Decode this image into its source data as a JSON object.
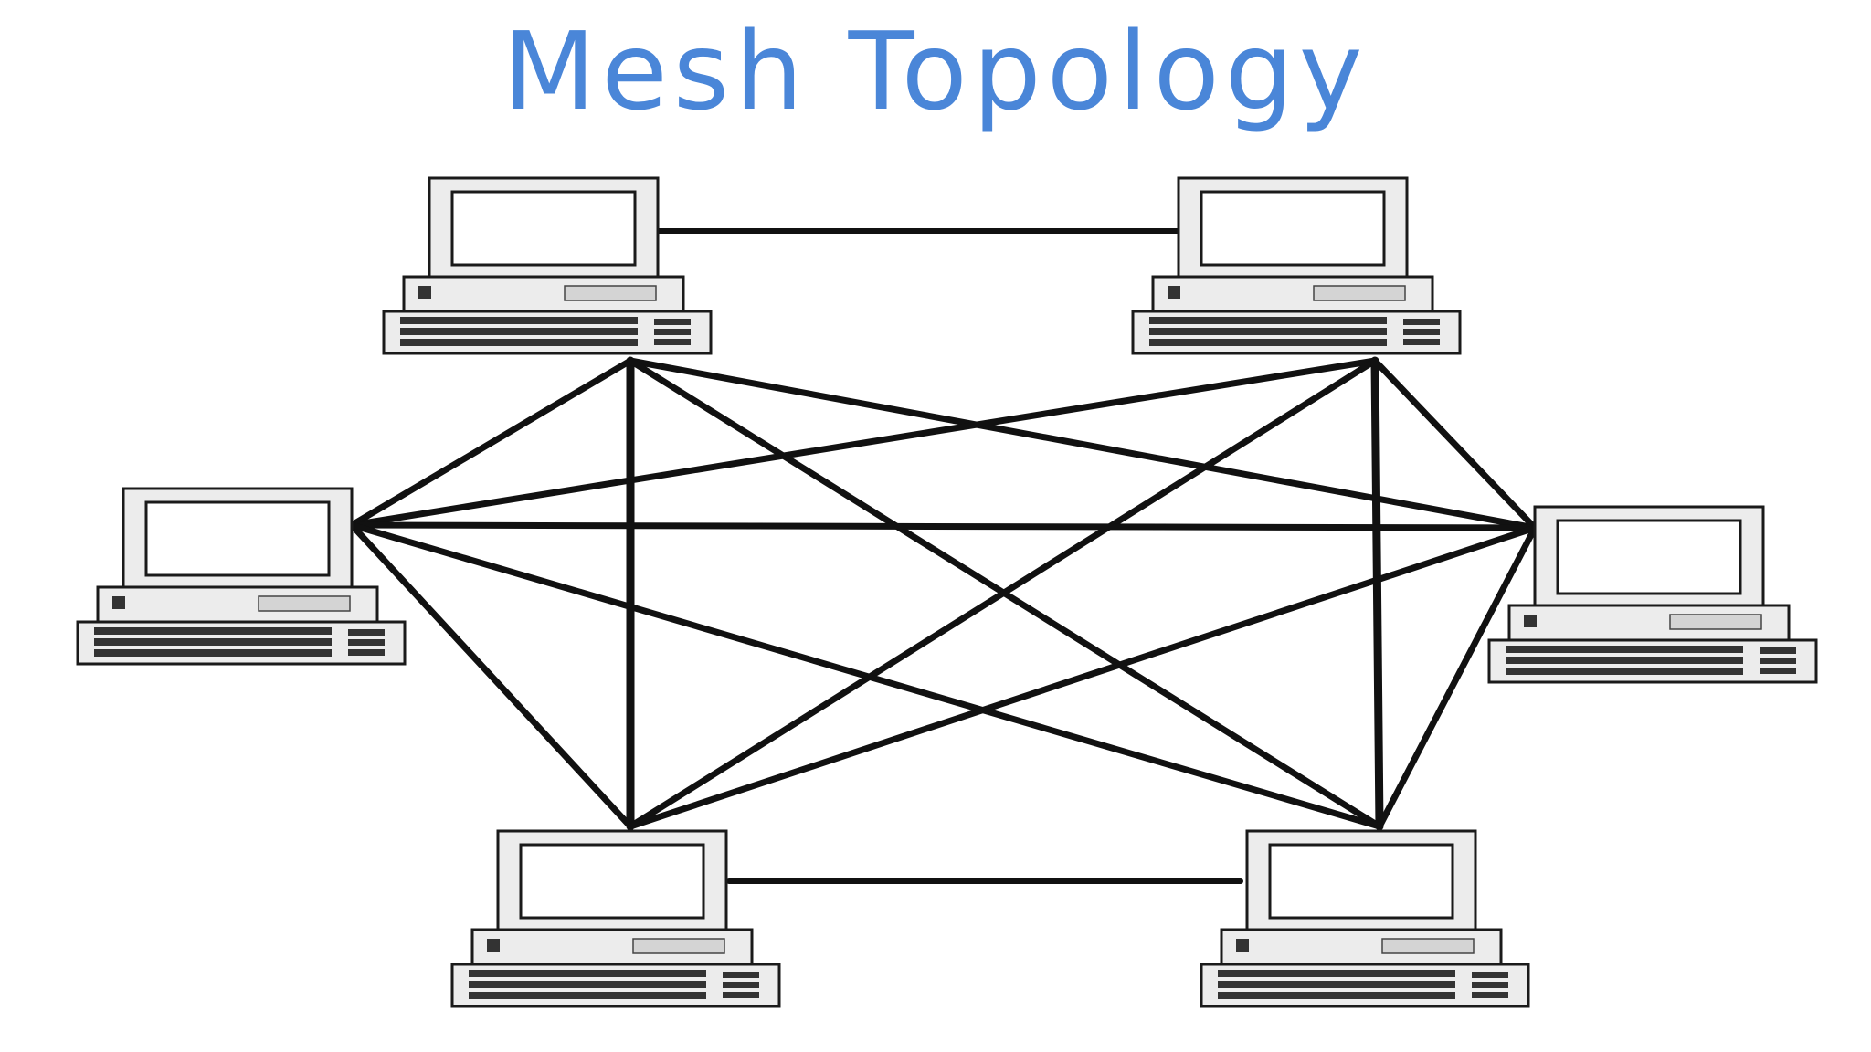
{
  "title": "Mesh Topology",
  "colors": {
    "title": "#4a86d8",
    "link": "#111111",
    "background": "#ffffff"
  },
  "nodes": [
    {
      "id": "top-left",
      "icon": "computer-icon"
    },
    {
      "id": "top-right",
      "icon": "computer-icon"
    },
    {
      "id": "mid-left",
      "icon": "computer-icon"
    },
    {
      "id": "mid-right",
      "icon": "computer-icon"
    },
    {
      "id": "bottom-left",
      "icon": "computer-icon"
    },
    {
      "id": "bottom-right",
      "icon": "computer-icon"
    }
  ],
  "links": [
    [
      "top-left",
      "top-right"
    ],
    [
      "bottom-left",
      "bottom-right"
    ],
    [
      "top-left",
      "mid-left"
    ],
    [
      "top-left",
      "mid-right"
    ],
    [
      "top-left",
      "bottom-left"
    ],
    [
      "top-left",
      "bottom-right"
    ],
    [
      "top-right",
      "mid-left"
    ],
    [
      "top-right",
      "mid-right"
    ],
    [
      "top-right",
      "bottom-left"
    ],
    [
      "top-right",
      "bottom-right"
    ],
    [
      "mid-left",
      "mid-right"
    ],
    [
      "mid-left",
      "bottom-left"
    ],
    [
      "mid-left",
      "bottom-right"
    ],
    [
      "mid-right",
      "bottom-left"
    ],
    [
      "mid-right",
      "bottom-right"
    ]
  ]
}
